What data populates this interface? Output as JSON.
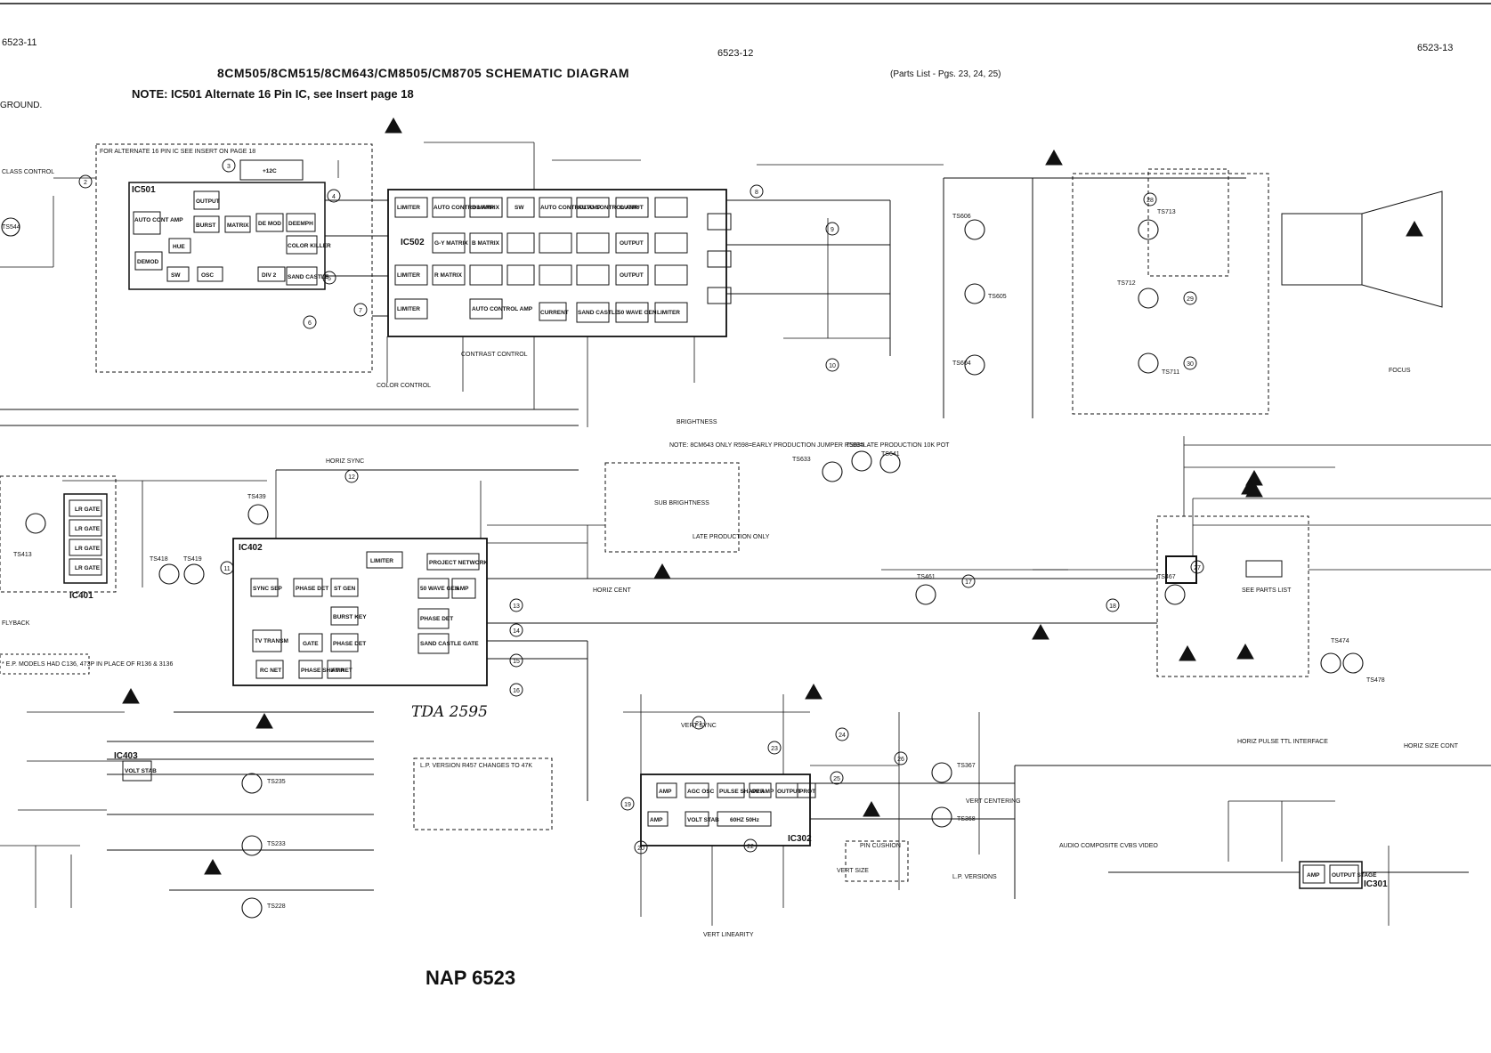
{
  "header": {
    "page_left": "6523-11",
    "page_center": "6523-12",
    "page_right": "6523-13",
    "title": "8CM505/8CM515/8CM643/CM8505/CM8705 SCHEMATIC DIAGRAM",
    "parts_list": "(Parts List - Pgs. 23, 24, 25)",
    "note": "NOTE: IC501 Alternate 16 Pin IC, see Insert page 18",
    "left_edge": "GROUND."
  },
  "footer": {
    "model": "NAP 6523",
    "handwritten": "TDA 2595"
  },
  "ic_labels": {
    "ic501": "IC501",
    "ic502": "IC502",
    "ic402": "IC402",
    "ic401": "IC401",
    "ic403": "IC403",
    "ic302": "IC302",
    "ic301": "IC301"
  },
  "ic501_blocks": [
    "OUTPUT",
    "BURST",
    "MATRIX",
    "DE MOD",
    "DEEMPH",
    "HUE",
    "DEMOD",
    "SW",
    "OSC",
    "DIV 2",
    "COLOR KILLER",
    "SAND CASTLE",
    "+12C",
    "AUTO CONT AMP"
  ],
  "ic502_blocks": [
    "LIMITER",
    "AUTO CONTROL AMP",
    "B MATRIX",
    "SW",
    "AUTO CONTROL AMP",
    "AUTO CONTROL AMP",
    "OUTPUT",
    "G-Y MATRIX",
    "B MATRIX",
    "LIMITER",
    "R MATRIX",
    "OUTPUT",
    "OUTPUT",
    "LIMITER",
    "AUTO CONTROL AMP",
    "CURRENT",
    "SAND CASTLE",
    "50 WAVE GEN",
    "LIMITER"
  ],
  "ic402_blocks": [
    "SYNC SEP",
    "PHASE DET",
    "ST GEN",
    "LIMITER",
    "PROJECT NETWORK",
    "50 WAVE GEN",
    "AMP",
    "BURST KEY",
    "PHASE DET",
    "TV TRANSM",
    "GATE",
    "PHASE DET",
    "SAND CASTLE GATE",
    "RC NET",
    "PHASE SHIFT NET",
    "AMP"
  ],
  "ic401_blocks": [
    "LR GATE",
    "LR GATE",
    "LR GATE",
    "LR GATE"
  ],
  "ic302_blocks": [
    "AMP",
    "AGC OSC",
    "PULSE SHAPER",
    "OP AMP",
    "OUTPUT",
    "PROT",
    "AMP",
    "VOLT STAB",
    "60HZ 50Hz"
  ],
  "ic301_blocks": [
    "AMP",
    "OUTPUT STAGE"
  ],
  "ic403_blocks": [
    "VOLT STAB"
  ],
  "transistors": [
    "TS606",
    "TS605",
    "TS604",
    "TS713",
    "TS712",
    "TS711",
    "TS633",
    "TS635",
    "TS641",
    "TS439",
    "TS418",
    "TS419",
    "TS413",
    "TS461",
    "TS467",
    "TS474",
    "TS478",
    "TS367",
    "TS368",
    "TS235",
    "TS233",
    "TS228",
    "TS544"
  ],
  "test_points": [
    "2",
    "3",
    "4",
    "5",
    "6",
    "7",
    "8",
    "9",
    "10",
    "11",
    "12",
    "13",
    "14",
    "15",
    "16",
    "17",
    "18",
    "19",
    "20",
    "21",
    "22",
    "23",
    "24",
    "25",
    "26",
    "27",
    "28",
    "29",
    "30"
  ],
  "annotations": {
    "alt_16pin": "FOR ALTERNATE 16 PIN IC SEE INSERT ON PAGE 18",
    "note_8cm643": "NOTE: 8CM643 ONLY  R598=EARLY PRODUCTION JUMPER  R598=LATE PRODUCTION 10K POT",
    "late_production": "LATE PRODUCTION ONLY",
    "lp_version": "L.P. VERSION  R457 CHANGES TO 47K",
    "lp_versions": "L.P. VERSIONS",
    "ep_models": "* E.P. MODELS HAD C136, 473P IN PLACE OF R136 & 3136",
    "horiz_pulse": "HORIZ PULSE TTL INTERFACE",
    "see_parts_list": "SEE PARTS LIST",
    "audio_in": "AUDIO COMPOSITE CVBS VIDEO",
    "contrast_control": "CONTRAST CONTROL",
    "color_control": "COLOR CONTROL",
    "brightness": "BRIGHTNESS",
    "sub_brightness": "SUB BRIGHTNESS",
    "horiz_cent": "HORIZ CENT",
    "vert_centering": "VERT CENTERING",
    "vert_size": "VERT SIZE",
    "vert_linearity": "VERT LINEARITY",
    "horiz_size_cont": "HORIZ SIZE CONT",
    "vert_sync": "VERT SYNC",
    "horiz_sync": "HORIZ SYNC",
    "pin_cushion": "PIN CUSHION",
    "focus": "FOCUS",
    "flyback": "FLYBACK",
    "class_control": "CLASS CONTROL"
  }
}
